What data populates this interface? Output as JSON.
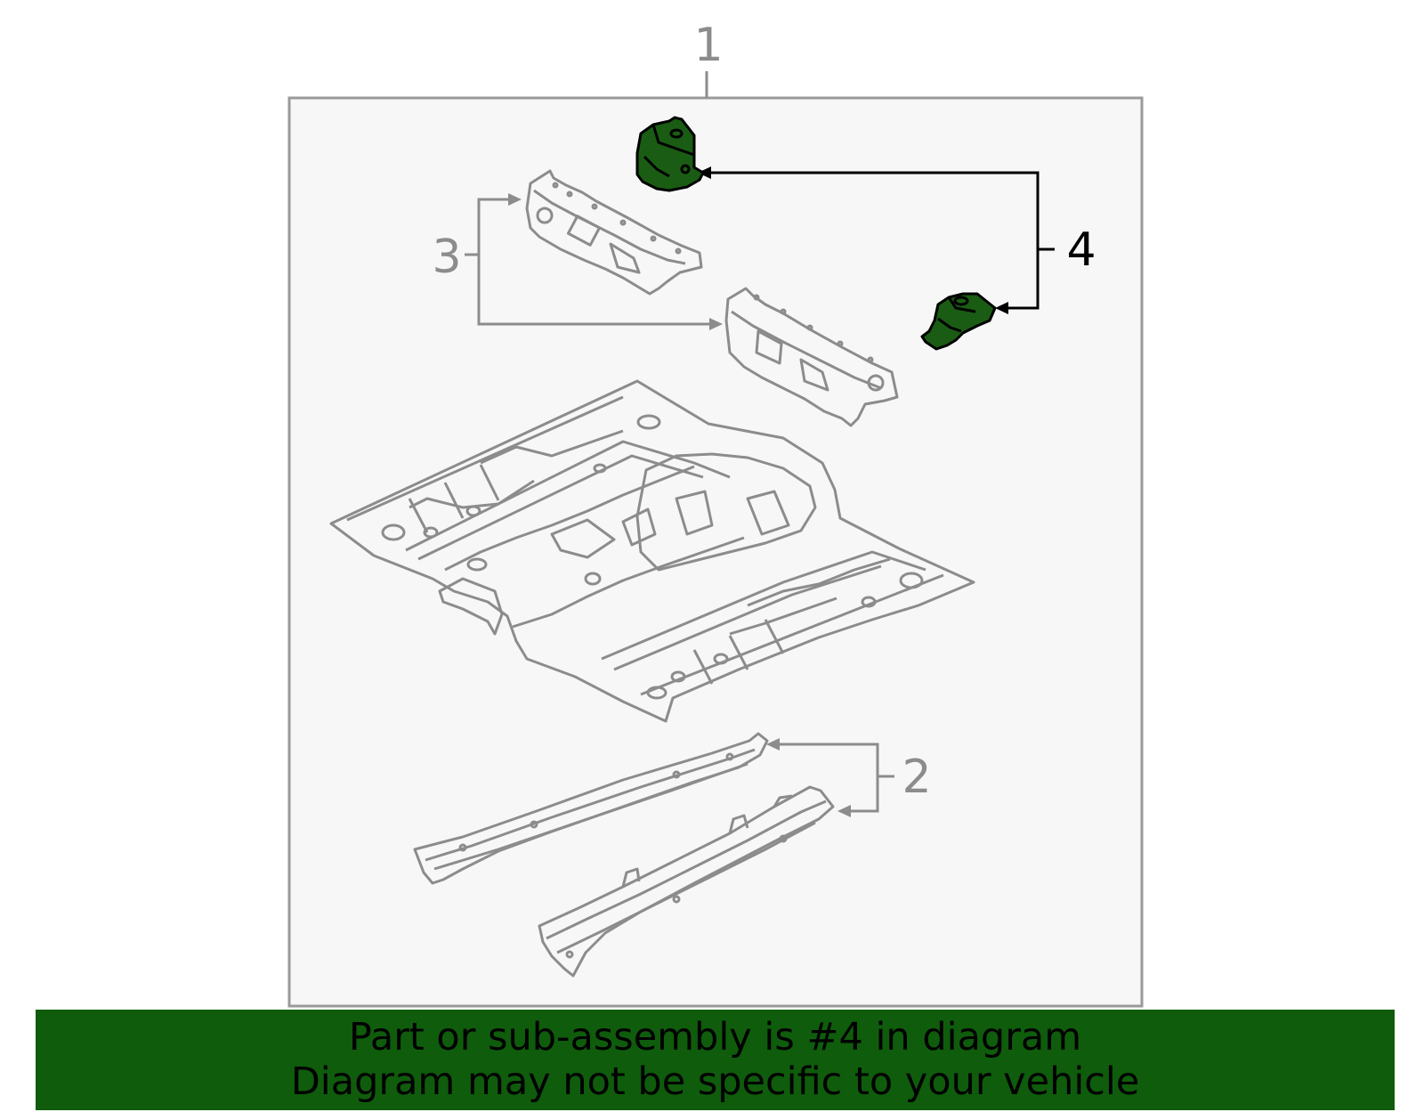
{
  "diagram": {
    "callouts": [
      {
        "number": "1",
        "color": "#8c8c8c"
      },
      {
        "number": "2",
        "color": "#8c8c8c"
      },
      {
        "number": "3",
        "color": "#8c8c8c"
      },
      {
        "number": "4",
        "color": "#000000"
      }
    ],
    "highlight_color": "#1a5c14",
    "line_color": "#8c8c8c",
    "panel_background": "#f7f7f7"
  },
  "banner": {
    "line1": "Part or sub-assembly is #4 in diagram",
    "line2": "Diagram may not be specific to your vehicle",
    "background": "#0f5c0c"
  }
}
